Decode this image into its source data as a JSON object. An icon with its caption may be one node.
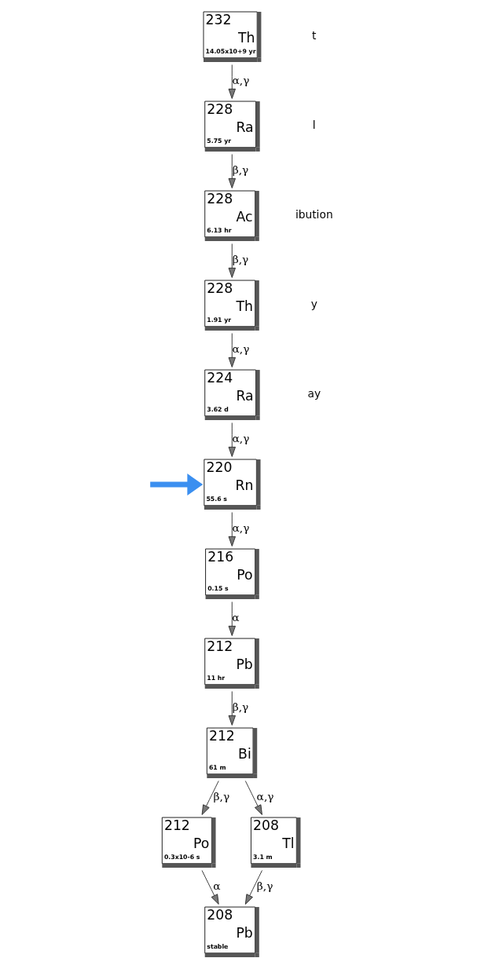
{
  "diagram": {
    "nodes": [
      {
        "text": [
          "232",
          "Th",
          "14.05x10+9 yr"
        ]
      },
      {
        "text": [
          "228",
          "Ra",
          "5.75 yr"
        ]
      },
      {
        "text": [
          "228",
          "Ac",
          "6.13 hr"
        ]
      },
      {
        "text": [
          "228",
          "Th",
          "1.91 yr"
        ]
      },
      {
        "text": [
          "224",
          "Ra",
          "3.62 d"
        ]
      },
      {
        "text": [
          "220",
          "Rn",
          "55.6 s"
        ]
      },
      {
        "text": [
          "216",
          "Po",
          "0.15 s"
        ]
      },
      {
        "text": [
          "212",
          "Pb",
          "11 hr"
        ]
      },
      {
        "text": [
          "212",
          "Bi",
          "61 m"
        ]
      },
      {
        "text": [
          "212",
          "Po",
          "0.3x10-6 s"
        ]
      },
      {
        "text": [
          "208",
          "Tl",
          "3.1 m"
        ]
      },
      {
        "text": [
          "208",
          "Pb",
          "stable"
        ]
      }
    ],
    "edges": [
      {
        "from": 0,
        "to": 1,
        "arrow": "to",
        "label": "α,γ"
      },
      {
        "from": 1,
        "to": 2,
        "arrow": "to",
        "label": "β,γ"
      },
      {
        "from": 2,
        "to": 3,
        "arrow": "to",
        "label": "β,γ"
      },
      {
        "from": 3,
        "to": 4,
        "arrow": "to",
        "label": "α,γ"
      },
      {
        "from": 4,
        "to": 5,
        "arrow": "to",
        "label": "α,γ"
      },
      {
        "from": null,
        "to": 5,
        "arrow": "to",
        "style": "thick",
        "color": "#3b8ff0"
      },
      {
        "from": 5,
        "to": 6,
        "arrow": "to",
        "label": "α,γ"
      },
      {
        "from": 6,
        "to": 7,
        "arrow": "to",
        "label": "α"
      },
      {
        "from": 7,
        "to": 8,
        "arrow": "to",
        "label": "β,γ"
      },
      {
        "from": 8,
        "to": 9,
        "arrow": "to",
        "label": "β,γ"
      },
      {
        "from": 8,
        "to": 10,
        "arrow": "to",
        "label": "α,γ"
      },
      {
        "from": 9,
        "to": 11,
        "arrow": "to",
        "label": "α"
      },
      {
        "from": 10,
        "to": 11,
        "arrow": "to",
        "label": "β,γ"
      }
    ],
    "labels": [
      "t",
      "l",
      "ibution",
      "y",
      "ay"
    ]
  }
}
